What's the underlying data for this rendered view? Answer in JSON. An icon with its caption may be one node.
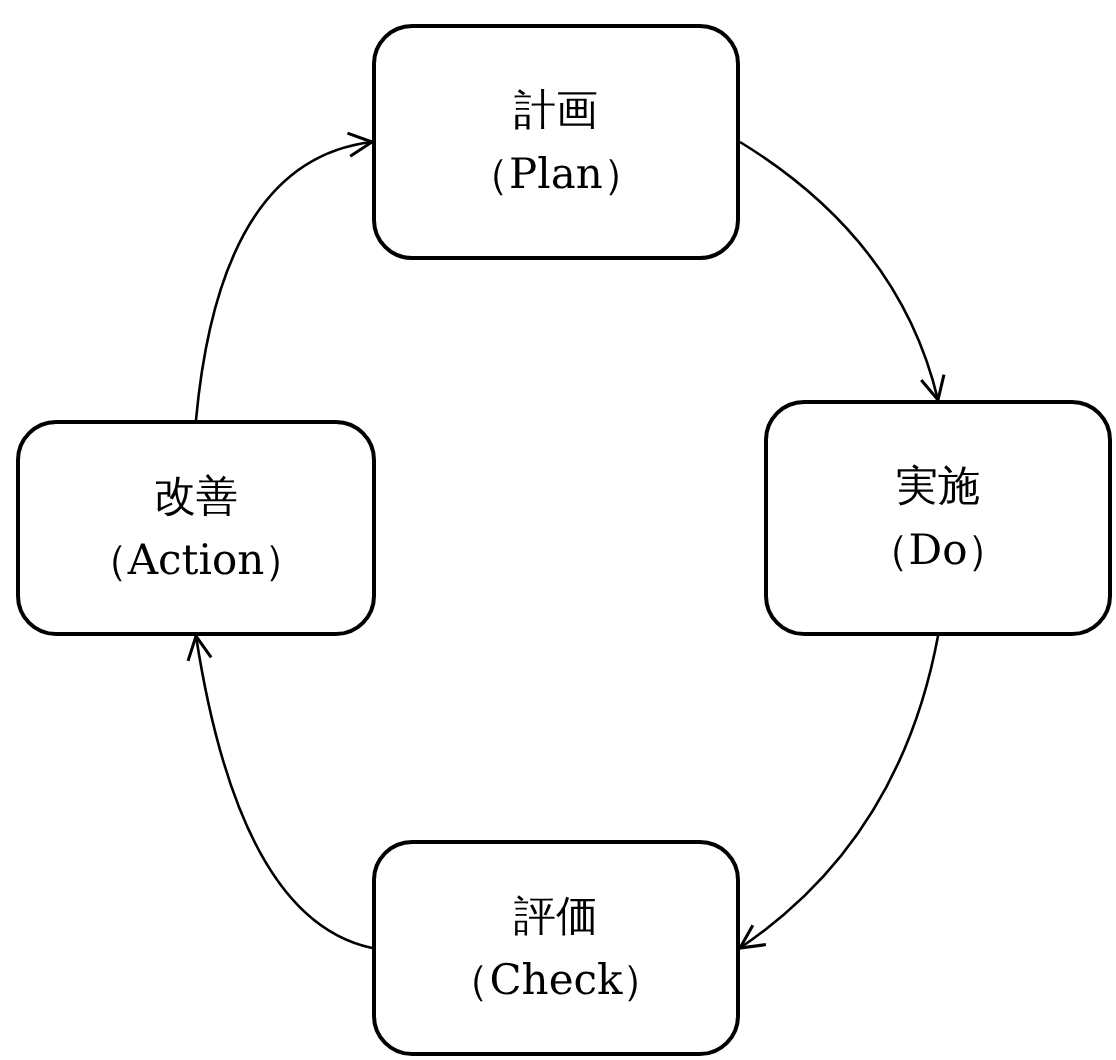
{
  "diagram": {
    "nodes": [
      {
        "text": [
          "計画（Plan）"
        ]
      },
      {
        "text": [
          "実施（Do）"
        ]
      },
      {
        "text": [
          "評価（Check）"
        ]
      },
      {
        "text": [
          "改善（Action）"
        ]
      }
    ],
    "edges": [
      {
        "from": 0,
        "to": 1,
        "arrow": "to"
      },
      {
        "from": 1,
        "to": 2,
        "arrow": "to"
      },
      {
        "from": 2,
        "to": 3,
        "arrow": "to"
      },
      {
        "from": 3,
        "to": 0,
        "arrow": "to"
      }
    ]
  }
}
